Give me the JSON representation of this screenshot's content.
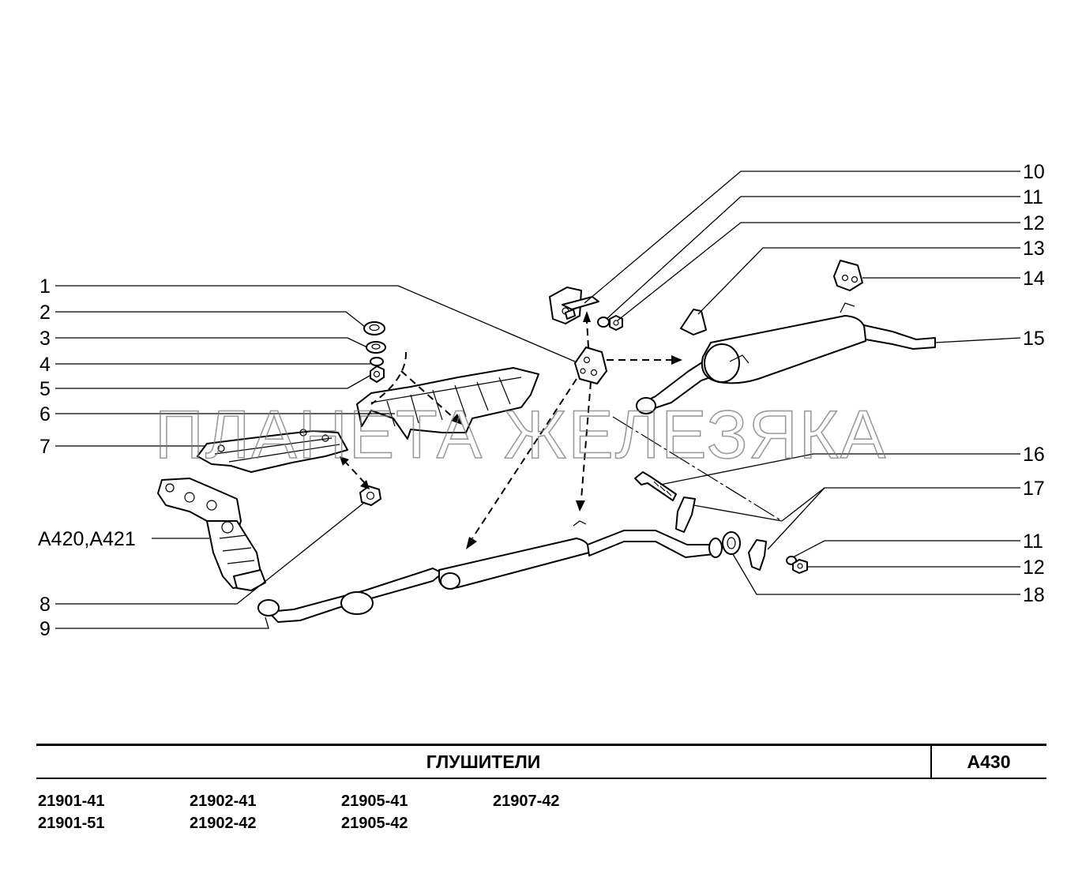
{
  "title": "ГЛУШИТЕЛИ",
  "code": "A430",
  "watermark": "ПЛАНЕТА ЖЕЛЕЗЯКА",
  "models": [
    [
      "21901-41",
      "21901-51"
    ],
    [
      "21902-41",
      "21902-42"
    ],
    [
      "21905-41",
      "21905-42"
    ],
    [
      "21907-42"
    ]
  ],
  "callouts_left": [
    "1",
    "2",
    "3",
    "4",
    "5",
    "6",
    "7",
    "A420,A421",
    "8",
    "9"
  ],
  "callouts_right": [
    "10",
    "11",
    "12",
    "13",
    "14",
    "15",
    "16",
    "17",
    "11",
    "12",
    "18"
  ]
}
